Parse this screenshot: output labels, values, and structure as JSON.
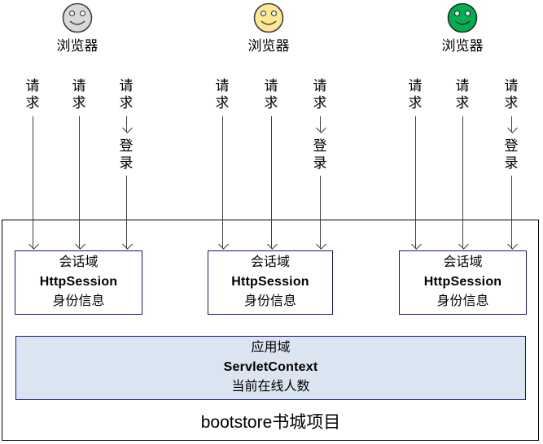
{
  "diagram": {
    "browsers": [
      {
        "label": "浏览器",
        "face_color": "#d9d9d9"
      },
      {
        "label": "浏览器",
        "face_color": "#ffe793"
      },
      {
        "label": "浏览器",
        "face_color": "#00b050"
      }
    ],
    "arrow_labels": {
      "request": "请求",
      "login": "登录"
    },
    "session_box": {
      "line1": "会话域",
      "line2": "HttpSession",
      "line3": "身份信息"
    },
    "app_box": {
      "line1": "应用域",
      "line2": "ServletContext",
      "line3": "当前在线人数"
    },
    "footer": "bootstore书城项目",
    "colors": {
      "outer_border": "#000000",
      "inner_border": "#15157d",
      "app_fill": "#dbe5f1",
      "arrow": "#404040"
    }
  }
}
